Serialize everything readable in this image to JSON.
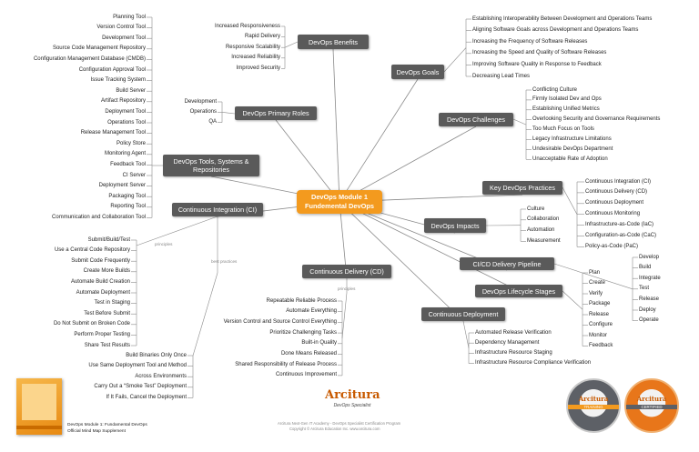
{
  "center": {
    "line1": "DevOps Module 1",
    "line2": "Fundemental DevOps"
  },
  "benefits": {
    "title": "DevOps Benefits",
    "items": [
      "Increased Responsiveness",
      "Rapid Delivery",
      "Responsive Scalability",
      "Increased Reliability",
      "Improved Security"
    ]
  },
  "goals": {
    "title": "DevOps Goals",
    "items": [
      "Establishing Interoperability Between Development and Operations Teams",
      "Aligning Software Goals across Development and Operations Teams",
      "Increasing the Frequency of Software Releases",
      "Increasing the Speed and Quality of Software Releases",
      "Improving Software Quality in Response to Feedback",
      "Decreasing Lead Times"
    ]
  },
  "challenges": {
    "title": "DevOps Challenges",
    "items": [
      "Conflicting Culture",
      "Firmly Isolated Dev and Ops",
      "Establishing Unified Metrics",
      "Overlooking Security and Governance Requirements",
      "Too Much Focus on Tools",
      "Legacy Infrastructure Limitations",
      "Undesirable DevOps Department",
      "Unacceptable Rate of Adoption"
    ]
  },
  "practices": {
    "title": "Key DevOps Practices",
    "items": [
      "Continuous Integration (CI)",
      "Continuous Delivery (CD)",
      "Continuous Deployment",
      "Continuous Monitoring",
      "Infrastructure-as-Code (IaC)",
      "Configuration-as-Code (CaC)",
      "Policy-as-Code (PaC)"
    ]
  },
  "impacts": {
    "title": "DevOps Impacts",
    "items": [
      "Culture",
      "Collaboration",
      "Automation",
      "Measurement"
    ]
  },
  "pipeline": {
    "title": "CI/CD Delivery Pipeline",
    "items": [
      "Develop",
      "Build",
      "Integrate",
      "Test",
      "Release",
      "Deploy",
      "Operate"
    ]
  },
  "lifecycle": {
    "title": "DevOps Lifecycle Stages",
    "items": [
      "Plan",
      "Create",
      "Verify",
      "Package",
      "Release",
      "Configure",
      "Monitor",
      "Feedback"
    ]
  },
  "deployment": {
    "title": "Continuous Deployment",
    "items": [
      "Automated Release Verification",
      "Dependency Management",
      "Infrastructure Resource Staging",
      "Infrastructure Resource Compliance Verification"
    ]
  },
  "delivery": {
    "title": "Continuous Delivery (CD)",
    "principles_label": "principles",
    "items": [
      "Repeatable Reliable Process",
      "Automate Everything",
      "Version Control and Source Control Everything",
      "Prioritize Challenging Tasks",
      "Built-in Quality",
      "Done Means Released",
      "Shared Responsibility of Release Process",
      "Continuous Improvement"
    ]
  },
  "integration": {
    "title": "Continuous Integration (CI)",
    "principles_label": "principles",
    "best_label": "best practices",
    "principles": [
      "Submit/Build/Test",
      "Use a Central Code Repository",
      "Submit Code Frequently",
      "Create More Builds",
      "Automate Build Creation",
      "Automate Deployment",
      "Test in Staging",
      "Test Before Submit",
      "Do Not Submit on Broken Code",
      "Perform Proper Testing",
      "Share Test Results"
    ],
    "best": [
      "Build Binaries Only Once",
      "Use Same Deployment Tool and Method",
      "Across Environments",
      "Carry Out a “Smoke Test” Deployment",
      "If It Fails, Cancel the Deployment"
    ]
  },
  "roles": {
    "title": "DevOps Primary Roles",
    "items": [
      "Development",
      "Operations",
      "QA"
    ]
  },
  "tools": {
    "title": "DevOps Tools, Systems & Repositories",
    "items": [
      "Planning Tool",
      "Version Control Tool",
      "Development Tool",
      "Source Code Management Repository",
      "Configuration Management Database (CMDB)",
      "Configuration Approval Tool",
      "Issue Tracking System",
      "Build Server",
      "Artifact Repository",
      "Deployment Tool",
      "Operations Tool",
      "Release Management Tool",
      "Policy Store",
      "Monitoring Agent",
      "Feedback Tool",
      "CI Server",
      "Deployment Server",
      "Packaging Tool",
      "Reporting Tool",
      "Communication and Collaboration Tool"
    ]
  },
  "footer": {
    "book_label": "DevOps Module 1: Fundamental DevOps",
    "book_sub": "Official Mind Map Supplement",
    "logo_name": "Arcitura",
    "logo_sub": "DevOps Specialist",
    "copy1": "Arcitura Next-Gen IT Academy - DevOps Specialist Certification Program",
    "copy2": "Copyright © Arcitura Education Inc. www.arcitura.com",
    "badge1_top": "Arcitura",
    "badge1_mid": "TRAINING",
    "badge2_top": "Arcitura",
    "badge2_mid": "CERTIFIED"
  },
  "colors": {
    "node": "#5a5a5a",
    "center": "#f39a1e",
    "line": "#8a8a8a"
  }
}
